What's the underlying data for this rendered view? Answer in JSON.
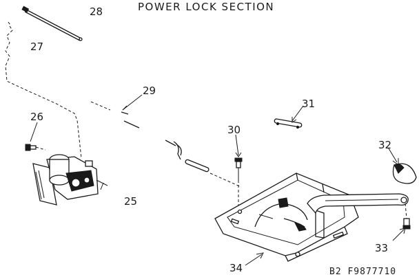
{
  "title": "POWER LOCK SECTION",
  "drawing_code": "B2  F9877710",
  "part_labels": {
    "p25": "25",
    "p26": "26",
    "p27": "27",
    "p28": "28",
    "p29": "29",
    "p30": "30",
    "p31": "31",
    "p32": "32",
    "p33": "33",
    "p34": "34"
  }
}
